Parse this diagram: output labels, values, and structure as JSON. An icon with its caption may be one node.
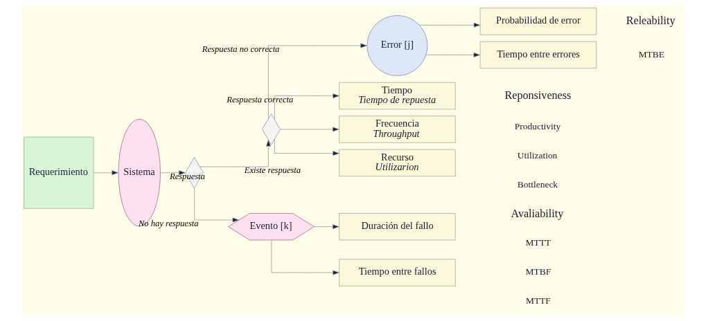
{
  "diagram": {
    "nodes": [
      {
        "text": [
          "Requerimiento"
        ]
      },
      {
        "text": [
          "Sistema"
        ]
      },
      {
        "text": [],
        "shape": "diamond"
      },
      {
        "text": [],
        "shape": "diamond"
      },
      {
        "text": [
          "Error [j]"
        ]
      },
      {
        "text": [
          "Evento [k]"
        ]
      },
      {
        "text": [
          "Tiempo",
          "Tiempo de repuesta"
        ]
      },
      {
        "text": [
          "Frecuencia",
          "Throughput"
        ]
      },
      {
        "text": [
          "Recurso",
          "Utilizarion"
        ]
      },
      {
        "text": [
          "Probabilidad de error"
        ]
      },
      {
        "text": [
          "Tiempo entre errores"
        ]
      },
      {
        "text": [
          "Duración del fallo"
        ]
      },
      {
        "text": [
          "Tiempo entre fallos"
        ]
      }
    ],
    "edges": [
      {
        "from": 0,
        "to": 1,
        "arrow": "to"
      },
      {
        "from": 1,
        "to": 2,
        "arrow": "to",
        "label": "Respuesta"
      },
      {
        "from": 2,
        "to": 3,
        "arrow": "to",
        "label": "Existe respuesta"
      },
      {
        "from": 2,
        "to": 5,
        "arrow": "to",
        "label": "No hay respuesta"
      },
      {
        "from": 3,
        "to": 6,
        "arrow": "to",
        "label": "Respuesta correcta"
      },
      {
        "from": 3,
        "to": 7,
        "arrow": "to"
      },
      {
        "from": 3,
        "to": 8,
        "arrow": "to"
      },
      {
        "from": 3,
        "to": 4,
        "arrow": "to",
        "label": "Respuesta no correcta"
      },
      {
        "from": 4,
        "to": 9,
        "arrow": "to"
      },
      {
        "from": 4,
        "to": 10,
        "arrow": "to"
      },
      {
        "from": 5,
        "to": 11,
        "arrow": "to"
      },
      {
        "from": 5,
        "to": 12,
        "arrow": "to"
      }
    ],
    "labels": [
      "Reponsiveness",
      "Productivity",
      "Utilization",
      "Bottleneck",
      "Releability",
      "MTBE",
      "Avaliability",
      "MTTT",
      "MTBF",
      "MTTF"
    ]
  }
}
